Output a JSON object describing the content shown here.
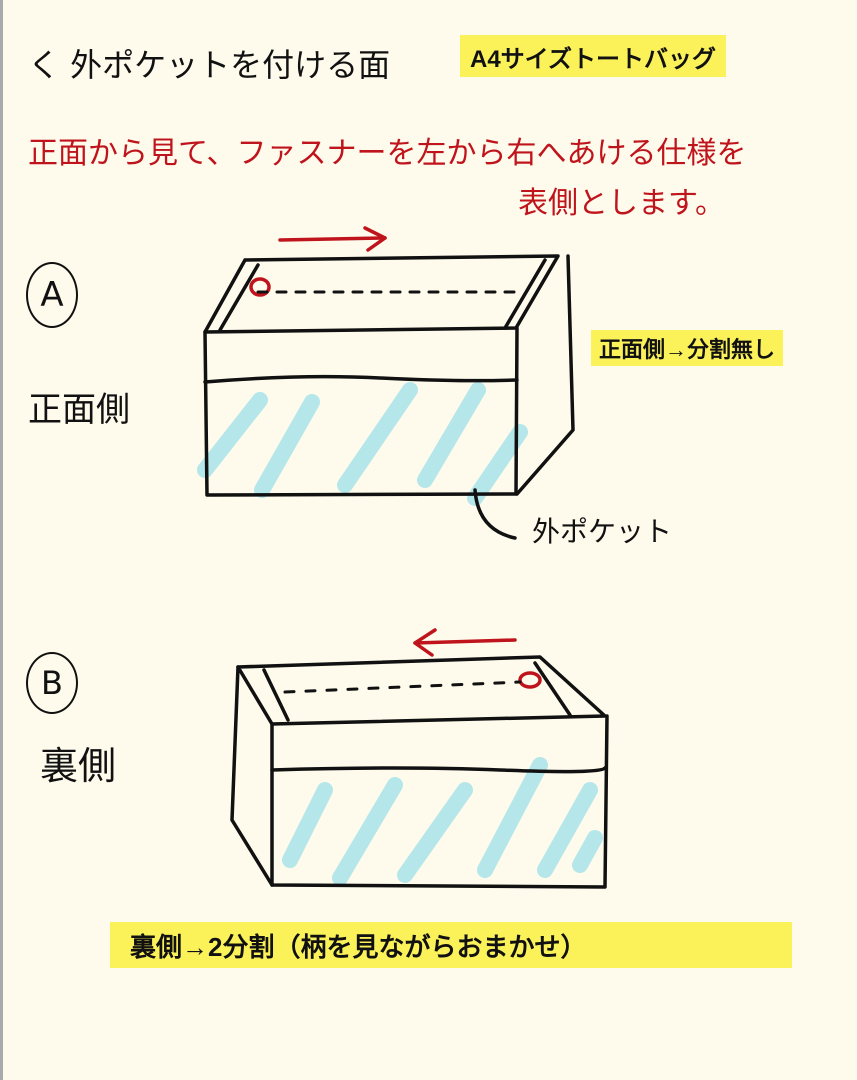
{
  "header": {
    "title": "く 外ポケットを付ける面",
    "badge": "A4サイズトートバッグ"
  },
  "instruction": {
    "line1": "正面から見て、ファスナーを左から右へあける仕様を",
    "line2": "表側とします。"
  },
  "section_a": {
    "marker": "A",
    "side_label": "正面側",
    "note": "正面側→分割無し",
    "pocket_label": "外ポケット",
    "zipper_direction": "left-to-right"
  },
  "section_b": {
    "marker": "B",
    "side_label": "裏側",
    "note": "裏側→2分割（柄を見ながらおまかせ）",
    "zipper_direction": "right-to-left"
  },
  "colors": {
    "background": "#fefbec",
    "ink": "#111111",
    "red_ink": "#c0141c",
    "highlight": "#fbf25a",
    "pattern_stripes": "#b4e6ea"
  }
}
